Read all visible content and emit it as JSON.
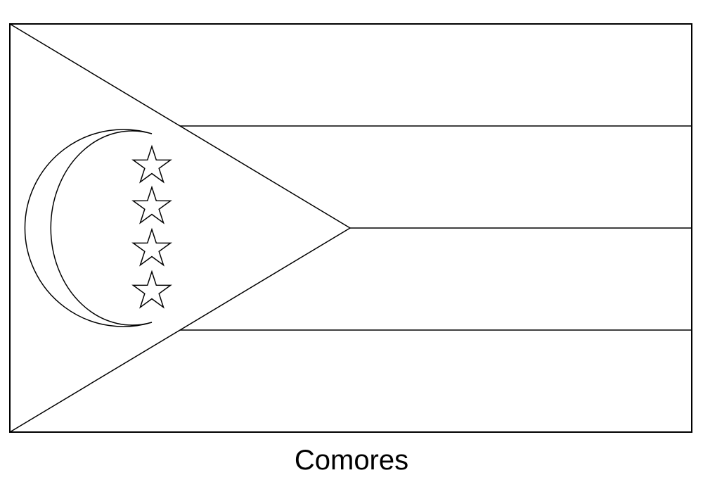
{
  "caption": {
    "country_name": "Comores"
  },
  "flag": {
    "stripe_count": 4,
    "star_count": 4,
    "line_color": "#000000",
    "fill_color": "#ffffff",
    "icons": [
      "crescent-icon",
      "star-icon"
    ]
  }
}
